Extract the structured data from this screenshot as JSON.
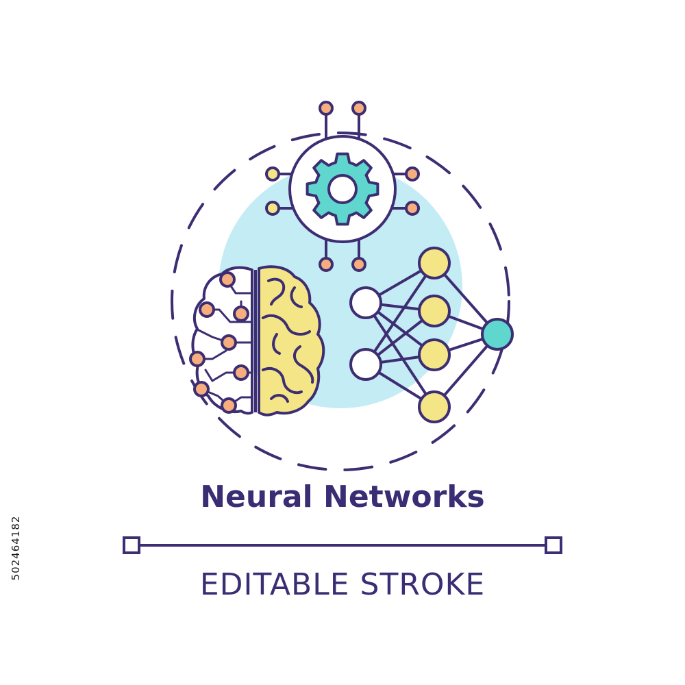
{
  "title": "Neural Networks",
  "subtitle": "EDITABLE STROKE",
  "stock_id": "502464182",
  "icon": {
    "name": "neural-networks-concept-icon",
    "parts": [
      "gear-icon",
      "brain-circuit-icon",
      "network-graph-icon",
      "dashed-circle"
    ]
  },
  "colors": {
    "outline": "#3d2d72",
    "title_text": "#3a2d74",
    "background_blob": "#c4ecf4",
    "gear_fill": "#5fd7cf",
    "brain_fill": "#f4e687",
    "node_yellow": "#f4e687",
    "node_orange": "#f6ae7e",
    "node_white": "#ffffff",
    "node_teal": "#5fd7cf"
  }
}
